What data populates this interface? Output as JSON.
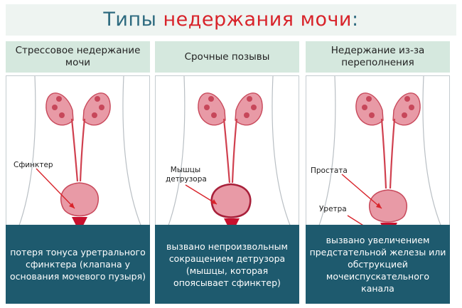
{
  "title": {
    "part1": "Типы ",
    "part2": "недержания мочи",
    "part3": ":"
  },
  "colors": {
    "title": "#2d6a7f",
    "accent": "#d8232a",
    "header_bg": "#d5e8de",
    "desc_bg": "#1e5a6e"
  },
  "panels": [
    {
      "header": "Стрессовое недержание мочи",
      "labels": [
        "Сфинктер"
      ],
      "description": "потеря тонуса уретрального сфинктера (клапана у основания мочевого пузыря)"
    },
    {
      "header": "Срочные позывы",
      "labels": [
        "Мышцы детрузора"
      ],
      "description": "вызвано непроизвольным сокращением детрузора (мышцы, которая опоясывает сфинктер)"
    },
    {
      "header": "Недержание из-за переполнения",
      "labels": [
        "Простата",
        "Уретра"
      ],
      "description": "вызвано увеличением предстательной железы или обструкцией мочеиспускательного канала"
    }
  ]
}
